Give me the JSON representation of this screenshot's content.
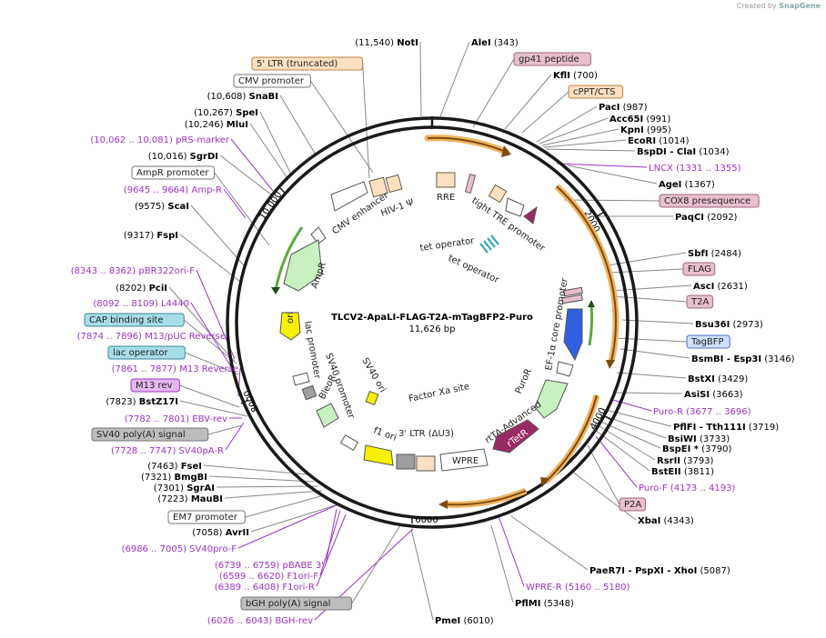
{
  "credit": {
    "prefix": "Created by",
    "brand": "SnapGene"
  },
  "plasmid": {
    "name": "TLCV2-ApaLI-FLAG-T2A-mTagBFP2-Puro",
    "size": "11,626 bp",
    "ticks": [
      "2000",
      "4000",
      "6000",
      "8000",
      "10,000"
    ]
  },
  "colors": {
    "rim": "#1a1a1a",
    "enzyme": "#000000",
    "primer": "#9b32c8",
    "leader": "#888888",
    "orange_feature": "#f0b45e",
    "green_feature": "#5aaa3c",
    "blue_feature": "#3060e0",
    "magenta_feature": "#9b2a64"
  },
  "enzymes": [
    {
      "side": "left",
      "pos": "(11,540)",
      "name": "NotI"
    },
    {
      "side": "right",
      "name": "AleI",
      "pos": "(343)"
    },
    {
      "side": "right",
      "name": "KflI",
      "pos": "(700)"
    },
    {
      "side": "right",
      "name": "PacI",
      "pos": "(987)"
    },
    {
      "side": "right",
      "name": "Acc65I",
      "pos": "(991)"
    },
    {
      "side": "right",
      "name": "KpnI",
      "pos": "(995)"
    },
    {
      "side": "right",
      "name": "EcoRI",
      "pos": "(1014)"
    },
    {
      "side": "right",
      "name": "BspDI - ClaI",
      "pos": "(1034)"
    },
    {
      "side": "right",
      "name": "AgeI",
      "pos": "(1367)"
    },
    {
      "side": "right",
      "name": "PaqCI",
      "pos": "(2092)"
    },
    {
      "side": "right",
      "name": "SbfI",
      "pos": "(2484)"
    },
    {
      "side": "right",
      "name": "AscI",
      "pos": "(2631)"
    },
    {
      "side": "right",
      "name": "Bsu36I",
      "pos": "(2973)"
    },
    {
      "side": "right",
      "name": "BsmBI - Esp3I",
      "pos": "(3146)"
    },
    {
      "side": "right",
      "name": "BstXI",
      "pos": "(3429)"
    },
    {
      "side": "right",
      "name": "AsiSI",
      "pos": "(3663)"
    },
    {
      "side": "right",
      "name": "PflFI - Tth111I",
      "pos": "(3719)"
    },
    {
      "side": "right",
      "name": "BsiWI",
      "pos": "(3733)"
    },
    {
      "side": "right",
      "name": "BspEI *",
      "pos": "(3790)"
    },
    {
      "side": "right",
      "name": "RsrII",
      "pos": "(3793)"
    },
    {
      "side": "right",
      "name": "BstEII",
      "pos": "(3811)"
    },
    {
      "side": "right",
      "name": "XbaI",
      "pos": "(4343)"
    },
    {
      "side": "right",
      "name": "PaeR7I - PspXI - XhoI",
      "pos": "(5087)"
    },
    {
      "side": "right",
      "name": "PflMI",
      "pos": "(5348)"
    },
    {
      "side": "right",
      "name": "PmeI",
      "pos": "(6010)"
    },
    {
      "side": "left",
      "pos": "(7058)",
      "name": "AvrII"
    },
    {
      "side": "left",
      "pos": "(7223)",
      "name": "MauBI"
    },
    {
      "side": "left",
      "pos": "(7301)",
      "name": "SgrAI"
    },
    {
      "side": "left",
      "pos": "(7321)",
      "name": "BmgBI"
    },
    {
      "side": "left",
      "pos": "(7463)",
      "name": "FseI"
    },
    {
      "side": "left",
      "pos": "(7823)",
      "name": "BstZ17I"
    },
    {
      "side": "left",
      "pos": "(8202)",
      "name": "PciI"
    },
    {
      "side": "left",
      "pos": "(9317)",
      "name": "FspI"
    },
    {
      "side": "left",
      "pos": "(9575)",
      "name": "ScaI"
    },
    {
      "side": "left",
      "pos": "(10,016)",
      "name": "SgrDI"
    },
    {
      "side": "left",
      "pos": "(10,246)",
      "name": "MluI"
    },
    {
      "side": "left",
      "pos": "(10,267)",
      "name": "SpeI"
    },
    {
      "side": "left",
      "pos": "(10,608)",
      "name": "SnaBI"
    }
  ],
  "primers": [
    {
      "side": "right",
      "name": "LNCX",
      "range": "(1331 .. 1355)"
    },
    {
      "side": "right",
      "name": "Puro-R",
      "range": "(3677 .. 3696)"
    },
    {
      "side": "right",
      "name": "Puro-F",
      "range": "(4173 .. 4193)"
    },
    {
      "side": "right",
      "name": "WPRE-R",
      "range": "(5160 .. 5180)"
    },
    {
      "side": "left",
      "range": "(6026 .. 6043)",
      "name": "BGH-rev"
    },
    {
      "side": "left",
      "range": "(6389 .. 6408)",
      "name": "F1ori-R"
    },
    {
      "side": "left",
      "range": "(6599 .. 6620)",
      "name": "F1ori-F"
    },
    {
      "side": "left",
      "range": "(6739 .. 6759)",
      "name": "pBABE 3'"
    },
    {
      "side": "left",
      "range": "(6986 .. 7005)",
      "name": "SV40pro-F"
    },
    {
      "side": "left",
      "range": "(7728 .. 7747)",
      "name": "SV40pA-R"
    },
    {
      "side": "left",
      "range": "(7782 .. 7801)",
      "name": "EBV-rev"
    },
    {
      "side": "left",
      "range": "(7861 .. 7877)",
      "name": "M13 Reverse"
    },
    {
      "side": "left",
      "range": "(7874 .. 7896)",
      "name": "M13/pUC Reverse"
    },
    {
      "side": "left",
      "range": "(8092 .. 8109)",
      "name": "L4440"
    },
    {
      "side": "left",
      "range": "(8343 .. 8362)",
      "name": "pBR322ori-F"
    },
    {
      "side": "left",
      "range": "(9645 .. 9664)",
      "name": "Amp-R"
    },
    {
      "side": "left",
      "range": "(10,062 .. 10,081)",
      "name": "pRS-marker"
    }
  ],
  "boxed_labels": [
    {
      "name": "5' LTR (truncated)",
      "fill": "#fde0c0",
      "stroke": "#c08040"
    },
    {
      "name": "CMV promoter",
      "fill": "#ffffff",
      "stroke": "#777777"
    },
    {
      "name": "AmpR promoter",
      "fill": "#ffffff",
      "stroke": "#777777"
    },
    {
      "name": "gp41 peptide",
      "fill": "#e7bfcf",
      "stroke": "#a06a80"
    },
    {
      "name": "cPPT/CTS",
      "fill": "#fde0c0",
      "stroke": "#c08040"
    },
    {
      "name": "COX8 presequence",
      "fill": "#e7bfcf",
      "stroke": "#a06a80"
    },
    {
      "name": "FLAG",
      "fill": "#e7bfcf",
      "stroke": "#a06a80"
    },
    {
      "name": "T2A",
      "fill": "#e7bfcf",
      "stroke": "#a06a80"
    },
    {
      "name": "TagBFP",
      "fill": "#cfe0ff",
      "stroke": "#5070c0"
    },
    {
      "name": "P2A",
      "fill": "#e7bfcf",
      "stroke": "#a06a80"
    },
    {
      "name": "CAP binding site",
      "fill": "#a6dde6",
      "stroke": "#3a8a9a"
    },
    {
      "name": "lac operator",
      "fill": "#a6dde6",
      "stroke": "#3a8a9a"
    },
    {
      "name": "M13 rev",
      "fill": "#e2b6f0",
      "stroke": "#9b32c8"
    },
    {
      "name": "SV40 poly(A) signal",
      "fill": "#bdbdbd",
      "stroke": "#777777"
    },
    {
      "name": "EM7 promoter",
      "fill": "#ffffff",
      "stroke": "#777777"
    },
    {
      "name": "bGH poly(A) signal",
      "fill": "#bdbdbd",
      "stroke": "#777777"
    }
  ],
  "inner_labels": [
    {
      "name": "HIV-1 Ψ"
    },
    {
      "name": "CMV enhancer"
    },
    {
      "name": "RRE"
    },
    {
      "name": "tight TRE promoter"
    },
    {
      "name": "tet operator"
    },
    {
      "name": "tet operator"
    },
    {
      "name": "AmpR"
    },
    {
      "name": "ori"
    },
    {
      "name": "lac promoter"
    },
    {
      "name": "SV40 promoter"
    },
    {
      "name": "SV40 ori"
    },
    {
      "name": "BleoR"
    },
    {
      "name": "f1 ori"
    },
    {
      "name": "3' LTR (ΔU3)"
    },
    {
      "name": "Factor Xa site"
    },
    {
      "name": "WPRE"
    },
    {
      "name": "rtTA-Advanced"
    },
    {
      "name": "rTetR"
    },
    {
      "name": "PuroR"
    },
    {
      "name": "EF-1α core promoter"
    }
  ]
}
